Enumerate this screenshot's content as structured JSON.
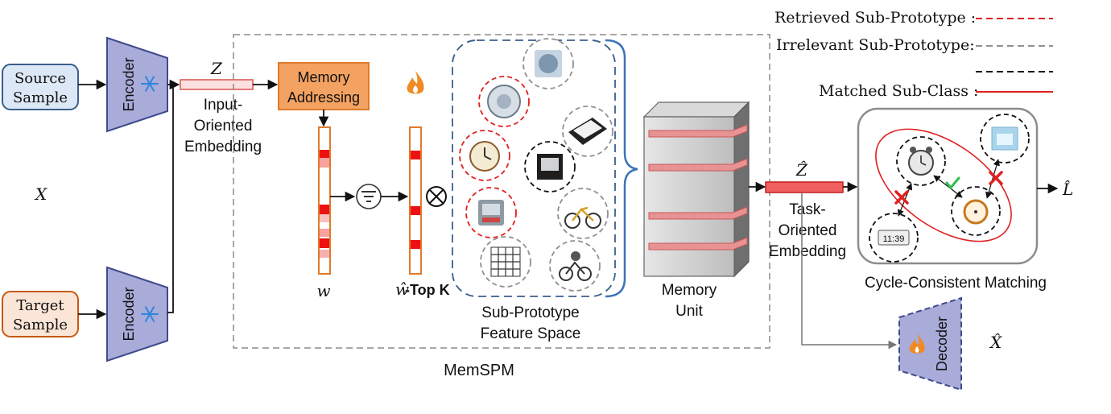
{
  "legend": {
    "retrieved_label": "Retrieved Sub-Prototype :",
    "irrelevant_label": "Irrelevant Sub-Prototype:",
    "matched_label": "Matched Sub-Class :",
    "retrieved_color": "#e02020",
    "irrelevant_color": "#909090",
    "matched_color": "#e02020"
  },
  "inputs": {
    "source_line1": "Source",
    "source_line2": "Sample",
    "target_line1": "Target",
    "target_line2": "Sample",
    "x_symbol": "X"
  },
  "encoders": {
    "top_label": "Encoder",
    "bottom_label": "Encoder",
    "frozen_icon": "snowflake-icon"
  },
  "input_embedding": {
    "symbol": "Z",
    "line1": "Input-",
    "line2": "Oriented",
    "line3": "Embedding"
  },
  "memspm": {
    "title": "MemSPM",
    "addressing_line1": "Memory",
    "addressing_line2": "Addressing",
    "w_label": "w",
    "w_hat_symbol": "ŵ",
    "top_k_label": "-Top K",
    "trainable_icon": "flame-icon",
    "filter_icon": "filter-icon",
    "multiply_icon": "tensor-product-icon",
    "feature_space_line1": "Sub-Prototype",
    "feature_space_line2": "Feature Space",
    "memory_unit_line1": "Memory",
    "memory_unit_line2": "Unit"
  },
  "task_embedding": {
    "symbol": "Ẑ",
    "line1": "Task-",
    "line2": "Oriented",
    "line3": "Embedding"
  },
  "matching": {
    "title": "Cycle-Consistent Matching",
    "output_symbol": "L̂",
    "clock_text": "11:39"
  },
  "decoder": {
    "label": "Decoder",
    "output_symbol": "X̂"
  }
}
